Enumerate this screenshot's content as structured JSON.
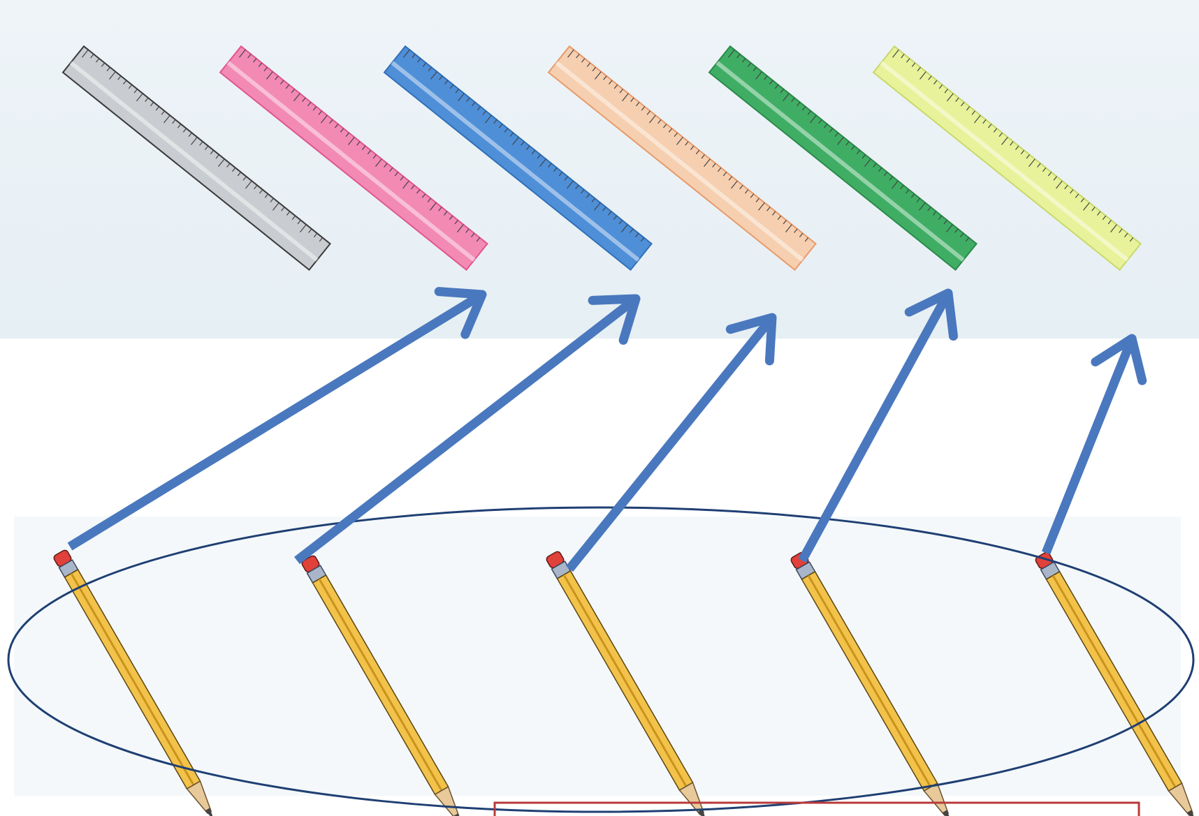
{
  "rulers": [
    {
      "name": "ruler-gray",
      "color": "#c9ccd0",
      "edge": "#3a3a3a"
    },
    {
      "name": "ruler-pink",
      "color": "#f28ab4",
      "edge": "#e0558f"
    },
    {
      "name": "ruler-blue",
      "color": "#4f8fd8",
      "edge": "#2f6fb8"
    },
    {
      "name": "ruler-peach",
      "color": "#f6cfb0",
      "edge": "#e89a6a"
    },
    {
      "name": "ruler-green",
      "color": "#3fae64",
      "edge": "#2a8a4a"
    },
    {
      "name": "ruler-lime",
      "color": "#e7f29a",
      "edge": "#c8d86a"
    }
  ],
  "pencils": [
    {
      "name": "pencil-1"
    },
    {
      "name": "pencil-2"
    },
    {
      "name": "pencil-3"
    },
    {
      "name": "pencil-4"
    },
    {
      "name": "pencil-5"
    }
  ],
  "connections": [
    {
      "from": "pencil-1",
      "to": "ruler-pink"
    },
    {
      "from": "pencil-2",
      "to": "ruler-blue"
    },
    {
      "from": "pencil-3",
      "to": "ruler-peach"
    },
    {
      "from": "pencil-4",
      "to": "ruler-green"
    },
    {
      "from": "pencil-5",
      "to": "ruler-lime"
    }
  ],
  "colors": {
    "arrow": "#4a78be",
    "ellipse": "#1f3f73",
    "answer_box": "#b83a3a",
    "pencil_body": "#f2c24a",
    "pencil_eraser": "#e0413a"
  },
  "answer_box": {
    "text": ""
  }
}
